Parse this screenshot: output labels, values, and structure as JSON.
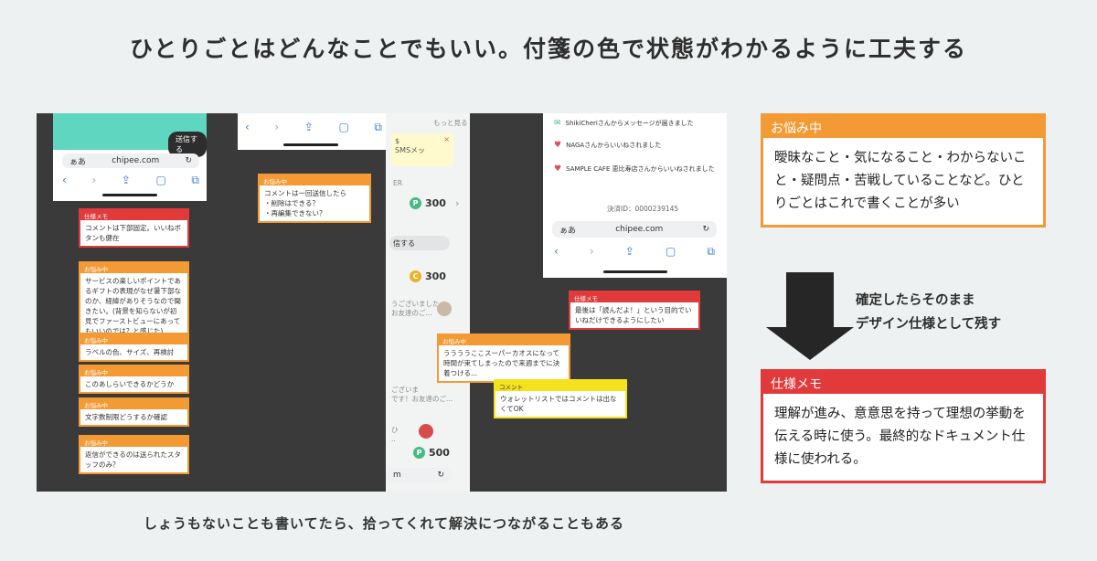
{
  "title": "ひとりごとはどんなことでもいい。付箋の色で状態がわかるように工夫する",
  "caption": "しょうもないことも書いてたら、拾ってくれて解決につながることもある",
  "arrow_text": [
    "確定したらそのまま",
    "デザイン仕様として残す"
  ],
  "big_notes": {
    "worry": {
      "header": "お悩み中",
      "body": "曖昧なこと・気になること・わからないこと・疑問点・苦戦していることなど。ひとりごとはこれで書くことが多い"
    },
    "spec": {
      "header": "仕様メモ",
      "body": "理解が進み、意意思を持って理想の挙動を伝える時に使う。最終的なドキュメント仕様に使われる。"
    }
  },
  "phone_left": {
    "send_label": "送信する",
    "url_prefix": "ぁあ",
    "url": "chipee.com"
  },
  "phone_right": {
    "notifications": [
      "ShikiCheriさんからメッセージが届きました",
      "NAGAさんからいいねされました",
      "SAMPLE CAFE 恵比寿店さんからいいねされました"
    ],
    "decision_id": "決済ID：0000239145",
    "url_prefix": "ぁあ",
    "url": "chipee.com"
  },
  "strip": {
    "more": "もっと見る",
    "sms_card": "$\nSMSメッ",
    "points": [
      "300",
      "300",
      "500"
    ],
    "send_label": "信する",
    "r_label": "ER",
    "snippets": [
      "うございましたっ\nお友達のご...",
      "ございま\nです！お友達のご...",
      "ひ\n.."
    ],
    "url_end": "m"
  },
  "notes": [
    {
      "type": "red",
      "header": "仕様メモ",
      "body": "コメントは下部固定。いいねボタンも健在"
    },
    {
      "type": "orange",
      "header": "お悩み中",
      "body": "サービスの楽しいポイントであるギフトの表現がなぜ暑下部なのか、経緯がありそうなので聞きたい。(背景を知らないが初見でファーストビューにあってもいいのでは？と感じた)"
    },
    {
      "type": "orange",
      "header": "お悩み中",
      "body": "ラベルの色、サイズ、再検討"
    },
    {
      "type": "orange",
      "header": "お悩み中",
      "body": "このあしらいできるかどうか"
    },
    {
      "type": "orange",
      "header": "お悩み中",
      "body": "文字数制限どうするか確認"
    },
    {
      "type": "orange",
      "header": "お悩み中",
      "body": "返信ができるのは送られたスタッフのみ？"
    },
    {
      "type": "orange",
      "header": "お悩み中",
      "body": "コメントは一回送信したら\n・削除はできる？\n・再編集できない？"
    },
    {
      "type": "orange",
      "header": "お悩み中",
      "body": "ううううここスーパーカオスになって時間が束てしまったので来週までに決着つける..."
    },
    {
      "type": "yellow",
      "header": "コメント",
      "body": "ウォレットリストではコメントは出なくてOK"
    },
    {
      "type": "red",
      "header": "仕様メモ",
      "body": "最後は「読んだよ！」という目的でいいねだけできるようにしたい"
    }
  ],
  "colors": {
    "orange": "#f39a35",
    "red": "#e23a3a",
    "yellow": "#f4e21c",
    "teal": "#5fd6bf",
    "board": "#3a3a3a"
  },
  "icons": [
    "back-icon",
    "forward-icon",
    "share-icon",
    "bookmarks-icon",
    "tabs-icon",
    "reload-icon",
    "heart-icon",
    "mail-icon",
    "point-icon",
    "arrow-down-icon"
  ]
}
